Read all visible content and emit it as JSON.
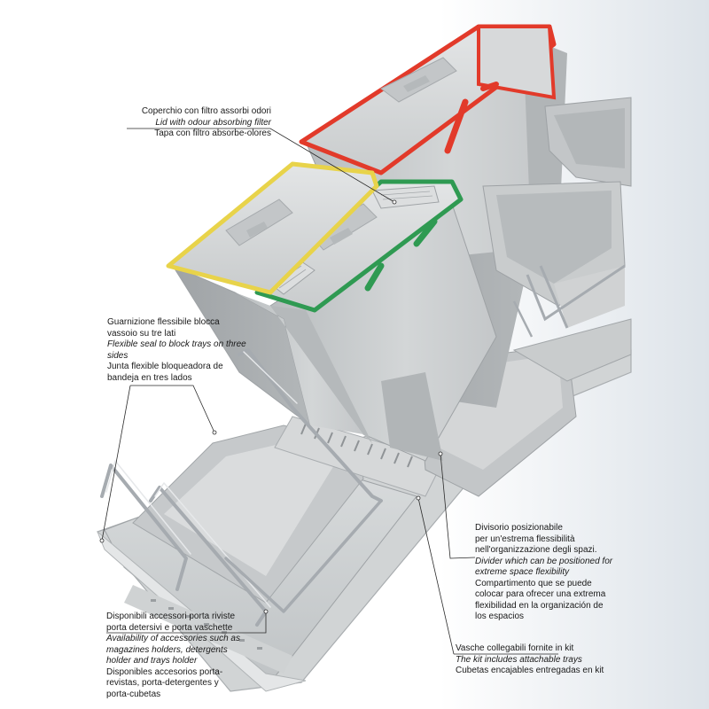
{
  "annotations": {
    "lid_filter": {
      "italian": "Coperchio con filtro assorbi odori",
      "english": "Lid with odour absorbing filter",
      "spanish": "Tapa con filtro absorbe-olores"
    },
    "flexible_seal": {
      "italian": [
        "Guarnizione flessibile blocca",
        "vassoio su tre lati"
      ],
      "english": [
        "Flexible seal to block trays on three",
        "sides"
      ],
      "spanish": [
        "Junta flexible bloqueadora de",
        "bandeja en tres lados"
      ]
    },
    "divider": {
      "italian": [
        "Divisorio posizionabile",
        "per un'estrema flessibilità",
        "nell'organizzazione degli spazi."
      ],
      "english": [
        "Divider which can be positioned for",
        "extreme space flexibility"
      ],
      "spanish": [
        "Compartimento que se puede",
        "colocar para ofrecer una extrema",
        "flexibilidad en la organización de",
        "los espacios"
      ]
    },
    "accessories": {
      "italian": [
        "Disponibili accessori porta riviste",
        "porta detersivi e porta vaschette"
      ],
      "english": [
        "Availability of accessories such as",
        "magazines holders, detergents",
        "holder and trays holder"
      ],
      "spanish": [
        "Disponibles accesorios porta-",
        "revistas, porta-detergentes y",
        "porta-cubetas"
      ]
    },
    "trays_kit": {
      "italian": "Vasche collegabili fornite in kit",
      "english": "The kit includes attachable trays",
      "spanish": "Cubetas encajables entregadas en kit"
    }
  },
  "colors": {
    "bin_grey": "#c9cccd",
    "red_seal": "#e23a2a",
    "yellow_seal": "#e8d34a",
    "green_seal": "#2f9a52",
    "chrome": "#a6abb0",
    "background_right": "#e2e7ec"
  }
}
